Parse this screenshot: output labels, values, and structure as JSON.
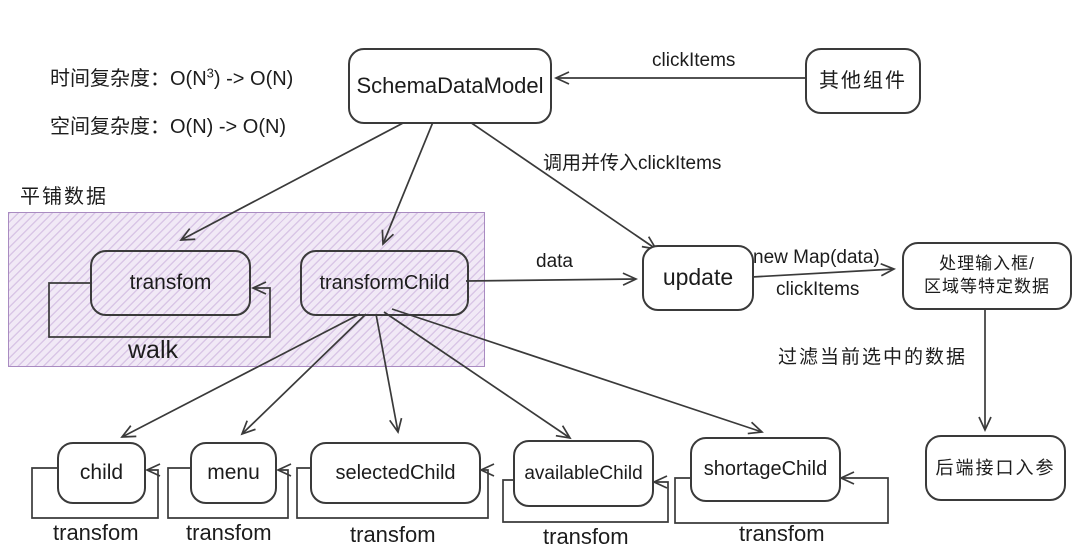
{
  "notes": {
    "time_complexity": {
      "prefix": "时间复杂度：O(N",
      "sup": "3",
      "suffix": ") -> O(N)"
    },
    "space_complexity": "空间复杂度：O(N) -> O(N)",
    "flat_data_label": "平铺数据",
    "filter_label": "过滤当前选中的数据"
  },
  "nodes": {
    "schema": "SchemaDataModel",
    "other_component": "其他组件",
    "transform": "transfom",
    "transform_child": "transformChild",
    "update": "update",
    "process_line1": "处理输入框/",
    "process_line2": "区域等特定数据",
    "child": "child",
    "menu": "menu",
    "selected_child": "selectedChild",
    "available_child": "availableChild",
    "shortage_child": "shortageChild",
    "backend": "后端接口入参"
  },
  "edge_labels": {
    "click_items_top": "clickItems",
    "call_pass": "调用并传入clickItems",
    "data": "data",
    "new_map": "new Map(data)",
    "click_items_mid": "clickItems",
    "walk": "walk",
    "loop_child": "transfom",
    "loop_menu": "transfom",
    "loop_selected": "transfom",
    "loop_available": "transfom",
    "loop_shortage": "transfom"
  },
  "colors": {
    "stroke": "#3a3a3a",
    "hatch_fill": "#f1e9f6",
    "hatch_line": "#d9c6e6",
    "hatch_border": "#a98bc1"
  }
}
